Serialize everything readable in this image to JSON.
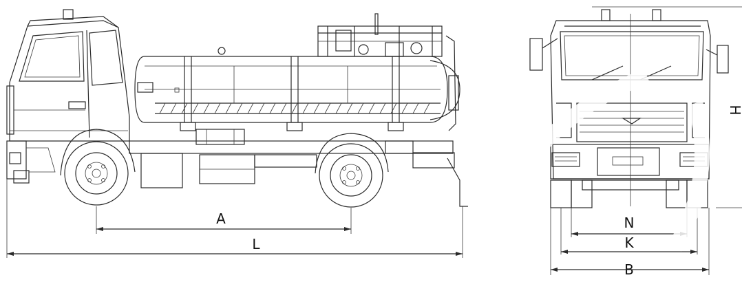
{
  "dimensions": {
    "A": "A",
    "L": "L",
    "H": "H",
    "N": "N",
    "K": "K",
    "B": "B"
  },
  "colors": {
    "line": "#2a2a2a",
    "background": "#ffffff"
  }
}
